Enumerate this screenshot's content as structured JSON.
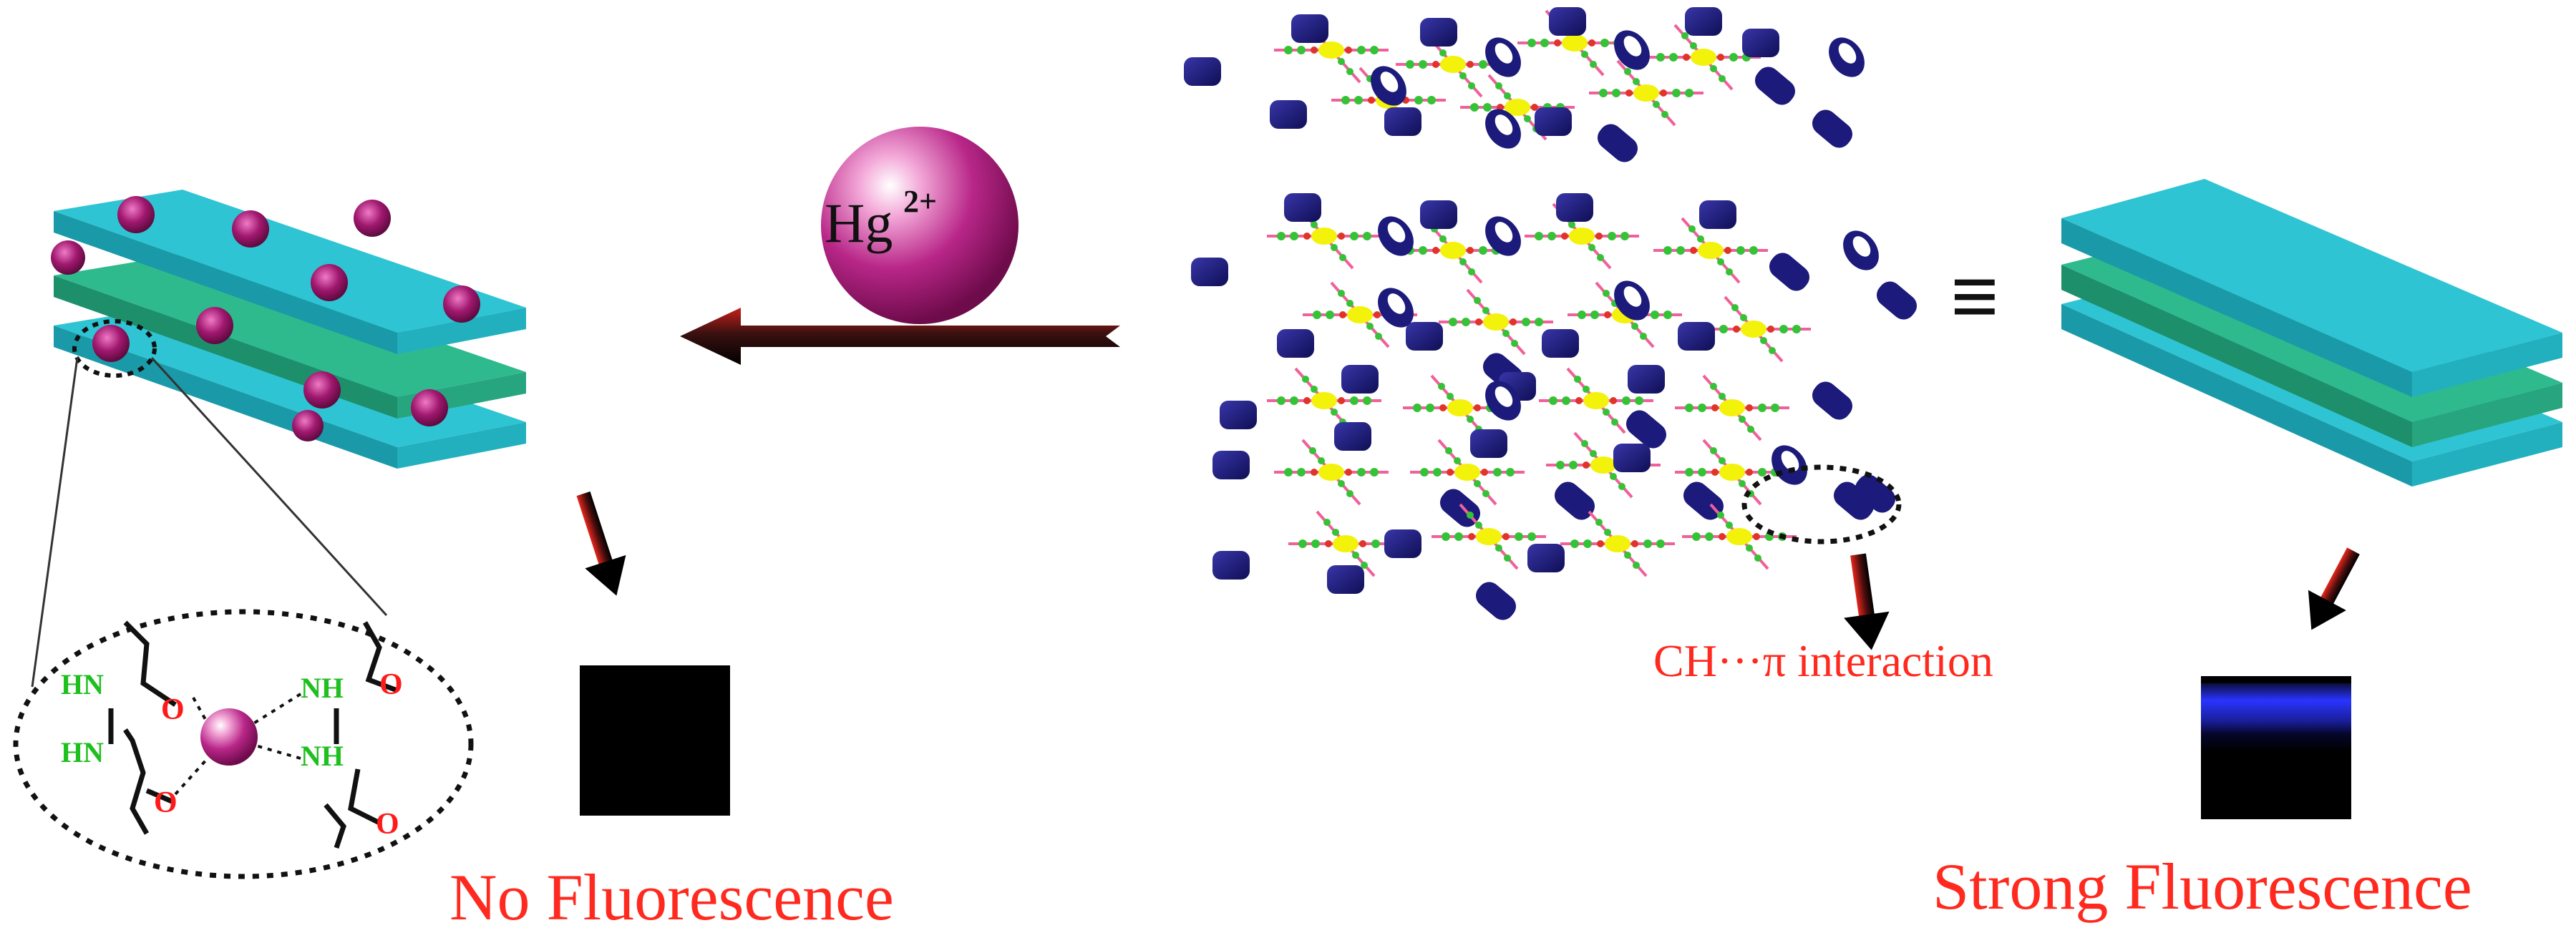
{
  "ion": {
    "symbol": "Hg",
    "charge": "2+"
  },
  "equivalence_symbol": "≡",
  "labels": {
    "no_fluorescence": "No Fluorescence",
    "strong_fluorescence": "Strong Fluorescence",
    "interaction": "CH···π interaction"
  },
  "chem": {
    "hn": "HN",
    "nh": "NH",
    "o": "O"
  },
  "colors": {
    "layer_cyan": "#2fc4d3",
    "layer_green": "#2fba8e",
    "hg_magenta": "#a0186f",
    "label_red": "#ff2a1f",
    "nh_green": "#1fbf1f",
    "o_red": "#ff1a1a",
    "pyrene_blue": "#1c1a7a",
    "link_pink": "#f0609a",
    "node_yellow": "#f2f20a",
    "node_green": "#36c236",
    "glow_blue": "#1f27e6"
  },
  "icons": [
    "hg-ion-sphere",
    "arrow-left",
    "arrow-down",
    "triple-bar-equivalence"
  ]
}
